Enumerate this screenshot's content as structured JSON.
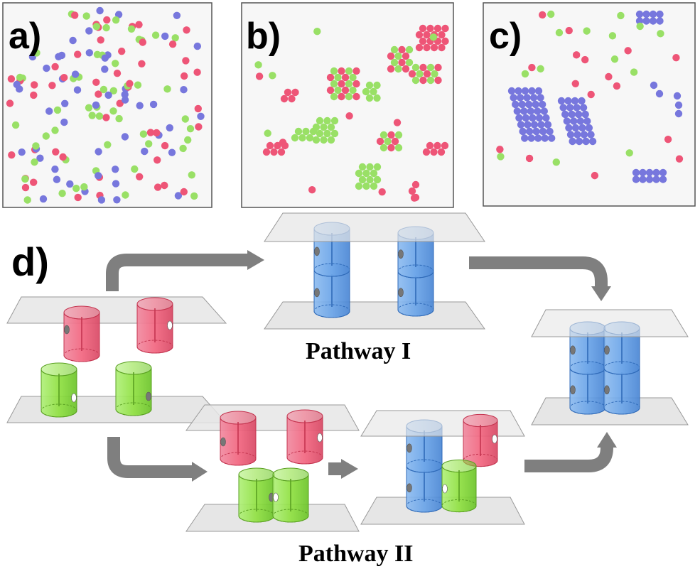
{
  "panels": {
    "a": {
      "label": "a)"
    },
    "b": {
      "label": "b)"
    },
    "c": {
      "label": "c)"
    },
    "d": {
      "label": "d)"
    }
  },
  "pathways": {
    "one": "Pathway I",
    "two": "Pathway II"
  },
  "colors": {
    "red_particle": "#ee5577",
    "blue_particle": "#7777dd",
    "green_particle": "#99e066",
    "red_cylinder": "#ee6680",
    "green_cylinder": "#8fe040",
    "blue_cylinder": "#6aa4e8",
    "arrow": "#7f7f7f",
    "plane": "#e6e6e6",
    "panel_bg": "#f7f7f7"
  }
}
